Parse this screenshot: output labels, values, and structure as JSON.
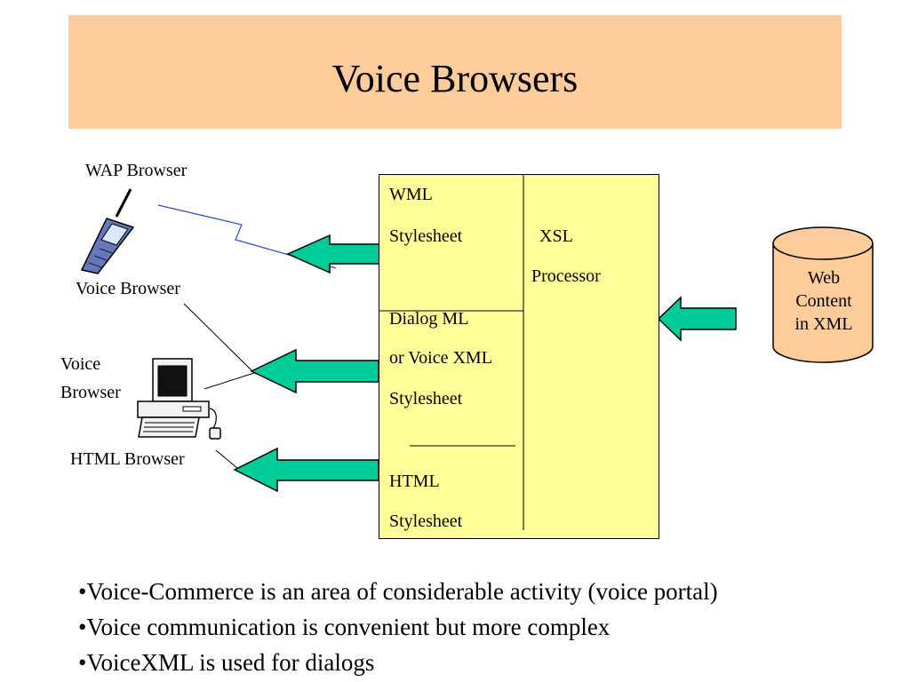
{
  "title": "Voice Browsers",
  "labels": {
    "wap_browser": "WAP Browser",
    "voice_browser_phone": "Voice Browser",
    "voice_browser_pc_line1": "Voice",
    "voice_browser_pc_line2": "Browser",
    "html_browser": "HTML Browser"
  },
  "processor": {
    "wml": "WML",
    "stylesheet_1": "Stylesheet",
    "dialog_ml": "Dialog ML",
    "or_voice_xml": "or Voice XML",
    "stylesheet_2": "Stylesheet",
    "html": "HTML",
    "stylesheet_3": "Stylesheet",
    "xsl": "XSL",
    "processor": "Processor"
  },
  "web_content": {
    "line1": "Web",
    "line2": "Content",
    "line3": "in XML"
  },
  "bullets": [
    "•Voice-Commerce is an area of considerable activity (voice portal)",
    "•Voice communication is convenient but more complex",
    "•VoiceXML is used for dialogs"
  ],
  "colors": {
    "title_banner": "#fdcc9a",
    "processor_box": "#ffff99",
    "arrow_fill": "#00cc99",
    "cylinder_fill": "#fdcc9a",
    "phone_fill": "#6677bb",
    "wireless_line": "#3344cc"
  },
  "icons": [
    "mobile-phone-icon",
    "desktop-computer-icon"
  ]
}
